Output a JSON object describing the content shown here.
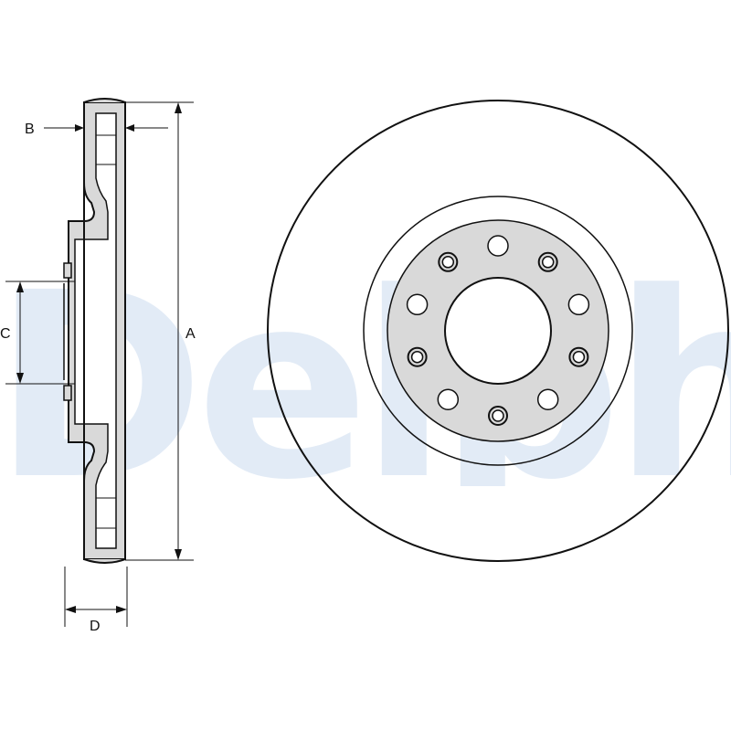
{
  "watermark": {
    "text": "Delphi",
    "color": "#e2ebf6"
  },
  "labels": {
    "a": "A",
    "b": "B",
    "c": "C",
    "d": "D"
  },
  "colors": {
    "line": "#111111",
    "fill": "#d9d9d9",
    "background": "#ffffff"
  }
}
